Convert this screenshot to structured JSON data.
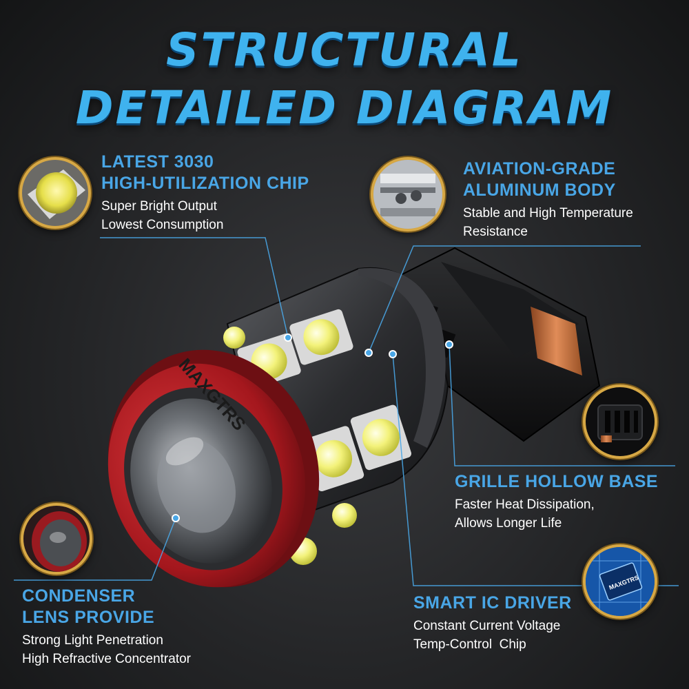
{
  "title": {
    "line1": "STRUCTURAL",
    "line2": "DETAILED DIAGRAM"
  },
  "brand": "MAXGTRS",
  "chip_brand": "MAXGTRS",
  "callouts": {
    "chip": {
      "title1": "LATEST 3030",
      "title2": "HIGH-UTILIZATION CHIP",
      "desc1": "Super Bright Output",
      "desc2": "Lowest Consumption"
    },
    "body": {
      "title1": "AVIATION-GRADE",
      "title2": "ALUMINUM BODY",
      "desc1": "Stable and High Temperature",
      "desc2": "Resistance"
    },
    "base": {
      "title1": "GRILLE HOLLOW BASE",
      "desc1": "Faster Heat Dissipation,",
      "desc2": "Allows Longer Life"
    },
    "driver": {
      "title1": "SMART IC DRIVER",
      "desc1": "Constant Current Voltage",
      "desc2": "Temp-Control  Chip"
    },
    "lens": {
      "title1": "CONDENSER",
      "title2": "LENS PROVIDE",
      "desc1": "Strong Light Penetration",
      "desc2": "High Refractive Concentrator"
    }
  },
  "colors": {
    "accent": "#49a6e6",
    "title": "#3fb2ee",
    "ring": "#d7a845",
    "red_cap": "#b8262b",
    "chip_yellow": "#f2f07a"
  }
}
